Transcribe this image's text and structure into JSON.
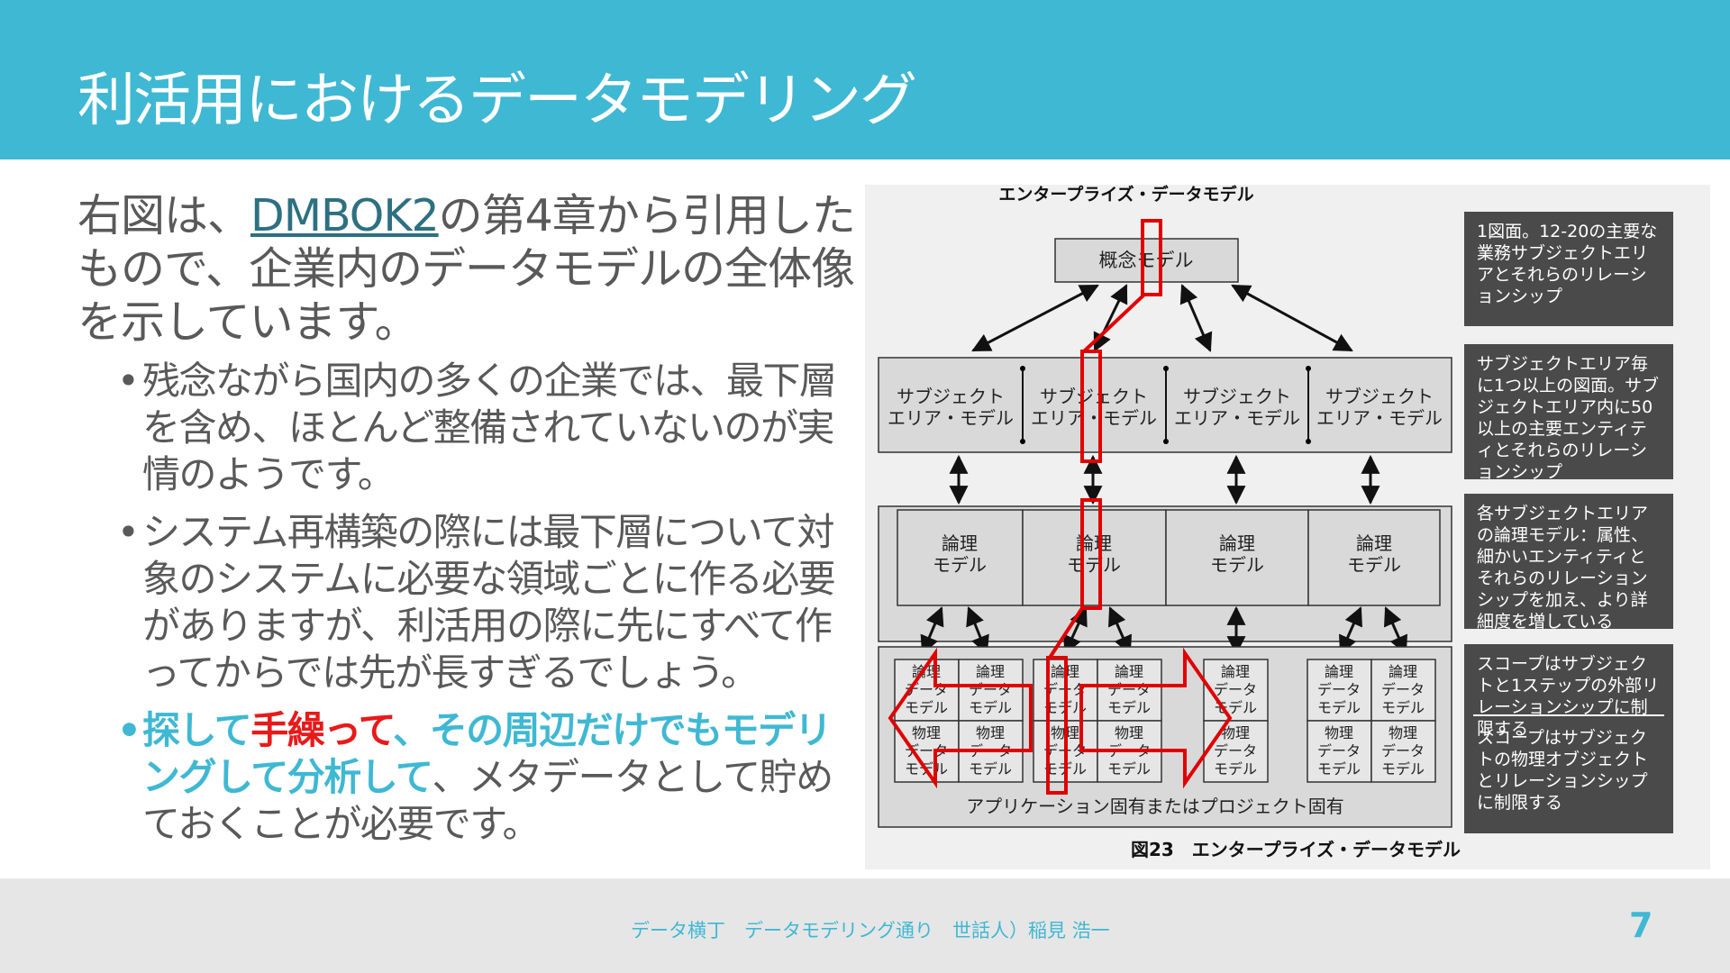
{
  "slide": {
    "title": "利活用におけるデータモデリング",
    "lead_pre": "右図は、",
    "lead_link": "DMBOK2",
    "lead_post": "の第4章から引用したもので、企業内のデータモデルの全体像を示しています。",
    "bullets": [
      {
        "text": "残念ながら国内の多くの企業では、最下層を含め、ほとんど整備されていないのが実情のようです。"
      },
      {
        "text": "システム再構築の際には最下層について対象のシステムに必要な領域ごとに作る必要がありますが、利活用の際に先にすべて作ってからでは先が長すぎるでしょう。"
      }
    ],
    "bullet3": {
      "part1": "探して",
      "part2": "手繰って",
      "part3": "、その周辺だけでもモデリングして分析して",
      "part4": "、メタデータとして貯めておくことが必要です。"
    },
    "bullet_symbol": "•"
  },
  "figure": {
    "top_title": "エンタープライズ・データモデル",
    "conceptual": "概念モデル",
    "subject_area": [
      "サブジェクト",
      "エリア・モデル"
    ],
    "logical": [
      "論理",
      "モデル"
    ],
    "logical_data": [
      "論理",
      "データ",
      "モデル"
    ],
    "physical_data": [
      "物理",
      "データ",
      "モデル"
    ],
    "app_label": "アプリケーション固有またはプロジェクト固有",
    "caption": "図23　エンタープライズ・データモデル",
    "notes": [
      "1図面。12-20の主要な業務サブジェクトエリアとそれらのリレーションシップ",
      "サブジェクトエリア毎に1つ以上の図面。サブジェクトエリア内に50以上の主要エンティティとそれらのリレーションシップ",
      "各サブジェクトエリアの論理モデル：属性、細かいエンティティとそれらのリレーションシップを加え、より詳細度を増している",
      "スコープはサブジェクトと1ステップの外部リレーションシップに制限する",
      "スコープはサブジェクトの物理オブジェクトとリレーションシップに制限する"
    ]
  },
  "footer": {
    "text": "データ横丁　データモデリング通り　世話人）稲見 浩一",
    "page": "7"
  },
  "colors": {
    "accent": "#3fb8d3",
    "emphasis_red": "#e81a1a",
    "annotation_red": "#e00000"
  }
}
